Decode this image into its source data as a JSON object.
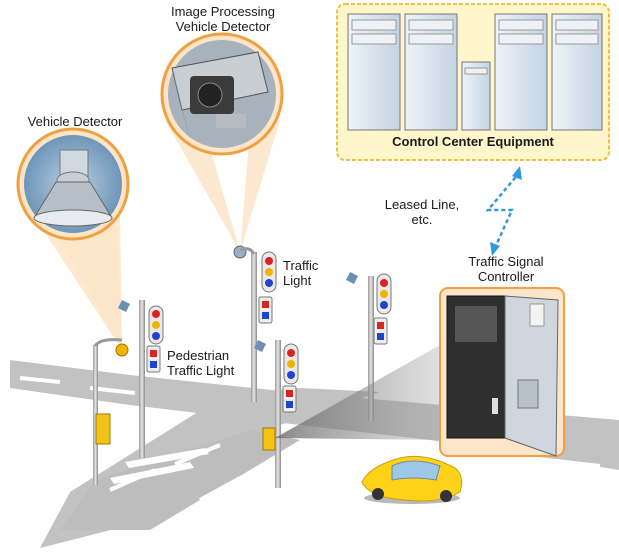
{
  "labels": {
    "image_processing_detector": [
      "Image Processing",
      "Vehicle Detector"
    ],
    "vehicle_detector": "Vehicle Detector",
    "control_center": "Control Center Equipment",
    "leased_line": [
      "Leased Line,",
      "etc."
    ],
    "traffic_light": [
      "Traffic",
      "Light"
    ],
    "pedestrian_light": [
      "Pedestrian",
      "Traffic Light"
    ],
    "signal_controller": [
      "Traffic Signal",
      "Controller"
    ]
  },
  "colors": {
    "road": "#bfbfbf",
    "road_line": "#ffffff",
    "callout_fill": "#fce5c8",
    "callout_stroke": "#f0a040",
    "control_box_fill": "#fff6cc",
    "control_box_stroke": "#f0c040",
    "server_fill": "#d8e3ef",
    "car": "#ffd21a",
    "link_arrow": "#3399dd",
    "signal_red": "#dd2222",
    "signal_yellow": "#f0b400",
    "signal_blue": "#2244cc"
  }
}
